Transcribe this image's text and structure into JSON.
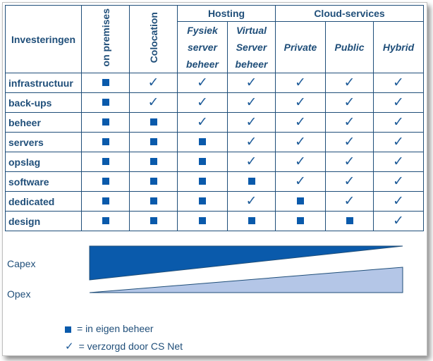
{
  "table": {
    "corner_label": "Investeringen",
    "columns": {
      "on_premises": "on premises",
      "colocation": "Colocation",
      "hosting": "Hosting",
      "cloud": "Cloud-services",
      "fysiek": [
        "Fysiek",
        "server",
        "beheer"
      ],
      "virtual": [
        "Virtual",
        "Server",
        "beheer"
      ],
      "private": "Private",
      "public": "Public",
      "hybrid": "Hybrid"
    },
    "rows": [
      {
        "label": "infrastructuur",
        "cells": [
          "square",
          "check",
          "check",
          "check",
          "check",
          "check",
          "check"
        ]
      },
      {
        "label": "back-ups",
        "cells": [
          "square",
          "check",
          "check",
          "check",
          "check",
          "check",
          "check"
        ]
      },
      {
        "label": "beheer",
        "cells": [
          "square",
          "square",
          "check",
          "check",
          "check",
          "check",
          "check"
        ]
      },
      {
        "label": "servers",
        "cells": [
          "square",
          "square",
          "square",
          "check",
          "check",
          "check",
          "check"
        ]
      },
      {
        "label": "opslag",
        "cells": [
          "square",
          "square",
          "square",
          "check",
          "check",
          "check",
          "check"
        ]
      },
      {
        "label": "software",
        "cells": [
          "square",
          "square",
          "square",
          "square",
          "check",
          "check",
          "check"
        ]
      },
      {
        "label": "dedicated",
        "cells": [
          "square",
          "square",
          "square",
          "check",
          "square",
          "check",
          "check"
        ]
      },
      {
        "label": "design",
        "cells": [
          "square",
          "square",
          "square",
          "square",
          "square",
          "square",
          "check"
        ]
      }
    ]
  },
  "comparison": {
    "capex_label": "Capex",
    "opex_label": "Opex",
    "capex_color": "#0a5aab",
    "opex_color": "#b4c6e7"
  },
  "legend": {
    "square_text": "= in eigen beheer",
    "check_text": "= verzorgd door CS Net"
  },
  "icons": {
    "square": "filled-square-icon",
    "check": "check-mark-icon"
  },
  "colors": {
    "text": "#1f4e79",
    "border": "#1f4e79",
    "square": "#0a5aab",
    "check": "#1f5c99"
  }
}
